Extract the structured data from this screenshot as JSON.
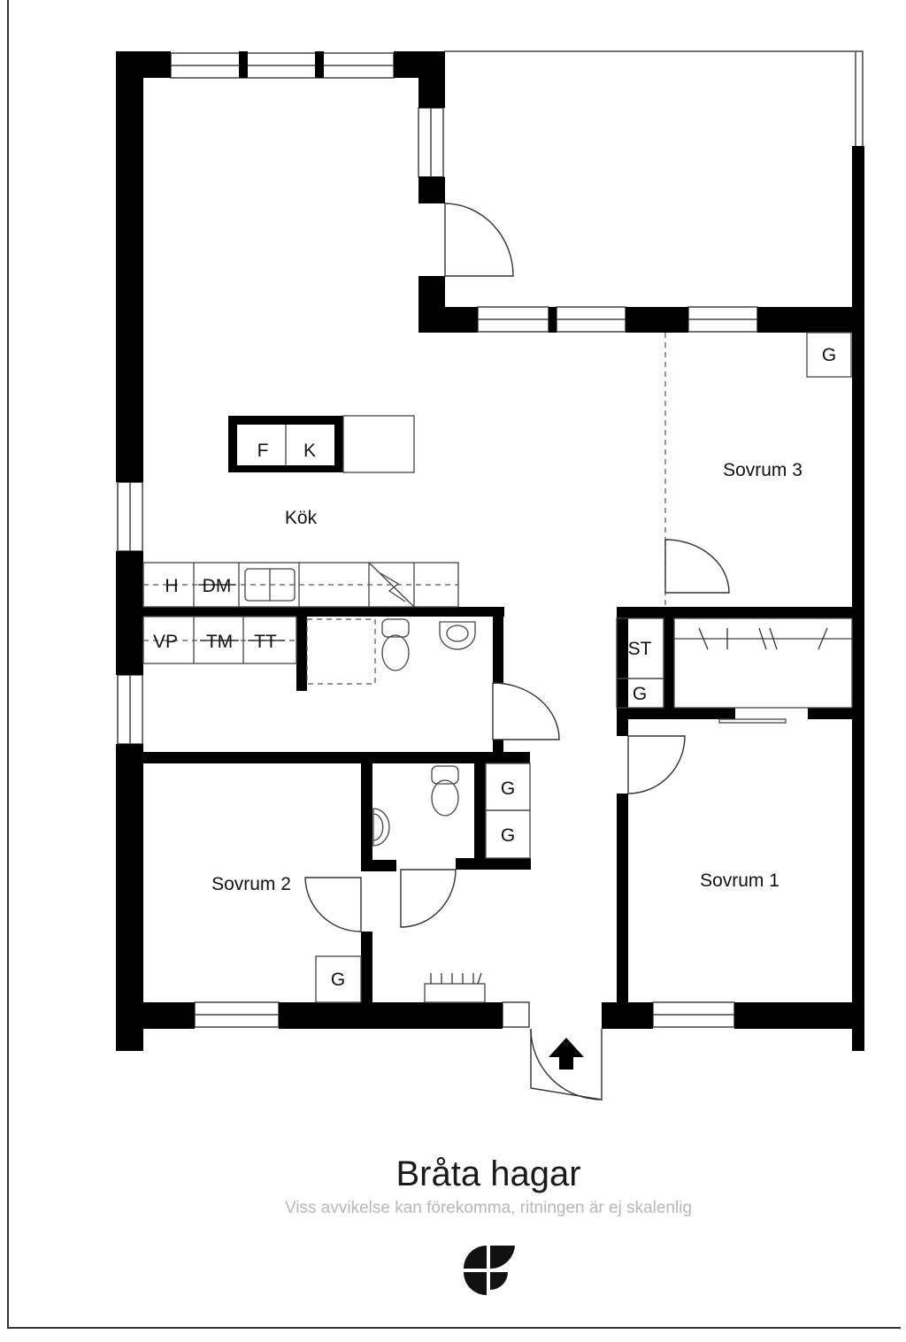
{
  "plan": {
    "rooms": {
      "kok": "Kök",
      "sovrum1": "Sovrum 1",
      "sovrum2": "Sovrum 2",
      "sovrum3": "Sovrum 3"
    },
    "fixtures": {
      "island_f": "F",
      "island_k": "K",
      "hob": "H",
      "dishwasher": "DM",
      "water_heater": "VP",
      "washer": "TM",
      "dryer": "TT",
      "wardrobe_sovrum3": "G",
      "storage": "ST",
      "wardrobe_hall": "G",
      "wardrobe_bath_1": "G",
      "wardrobe_bath_2": "G",
      "wardrobe_sovrum2": "G"
    }
  },
  "footer": {
    "title": "Bråta hagar",
    "subtitle": "Viss avvikelse kan förekomma, ritningen är ej skalenlig",
    "logo_icon": "sf-logo-icon"
  }
}
